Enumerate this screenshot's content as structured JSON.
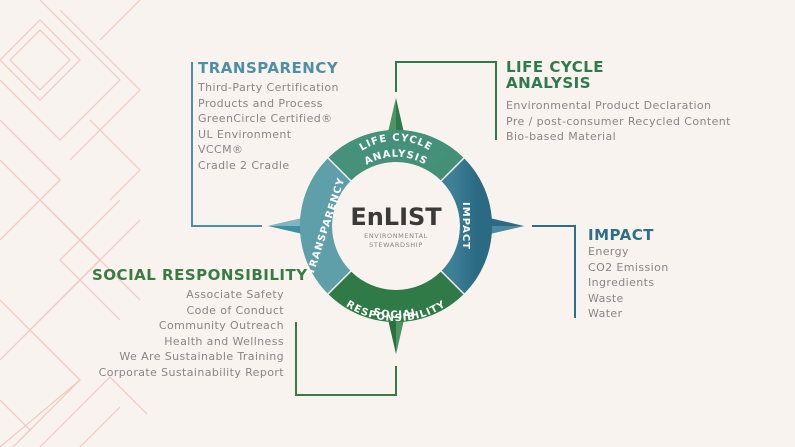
{
  "colors": {
    "background": "#f8f3ee",
    "teal": "#4f8fa3",
    "green": "#2f7a4c",
    "blue": "#2d6f87",
    "pattern": "#f2c7c0",
    "list_text": "#8a8583"
  },
  "center": {
    "title": "EnLIST",
    "subtitle_line1": "ENVIRONMENTAL",
    "subtitle_line2": "STEWARDSHIP"
  },
  "ring": {
    "top_line1": "LIFE CYCLE",
    "top_line2": "ANALYSIS",
    "right": "IMPACT",
    "bottom_line1": "SOCIAL",
    "bottom_line2": "RESPONSIBILITY",
    "left": "TRANSPARENCY"
  },
  "transparency": {
    "heading": "TRANSPARENCY",
    "items": [
      "Third-Party Certification",
      "Products and Process",
      "GreenCircle Certified®",
      "UL Environment",
      "VCCM®",
      "Cradle 2 Cradle"
    ]
  },
  "life_cycle": {
    "heading_line1": "LIFE CYCLE",
    "heading_line2": "ANALYSIS",
    "items": [
      "Environmental Product Declaration",
      "Pre / post-consumer Recycled Content",
      "Bio-based Material"
    ]
  },
  "impact": {
    "heading": "IMPACT",
    "items": [
      "Energy",
      "CO2 Emission",
      "Ingredients",
      "Waste",
      "Water"
    ]
  },
  "social": {
    "heading": "SOCIAL RESPONSIBILITY",
    "items": [
      "Associate Safety",
      "Code of Conduct",
      "Community Outreach",
      "Health and Wellness",
      "We Are Sustainable Training",
      "Corporate Sustainability Report"
    ]
  }
}
